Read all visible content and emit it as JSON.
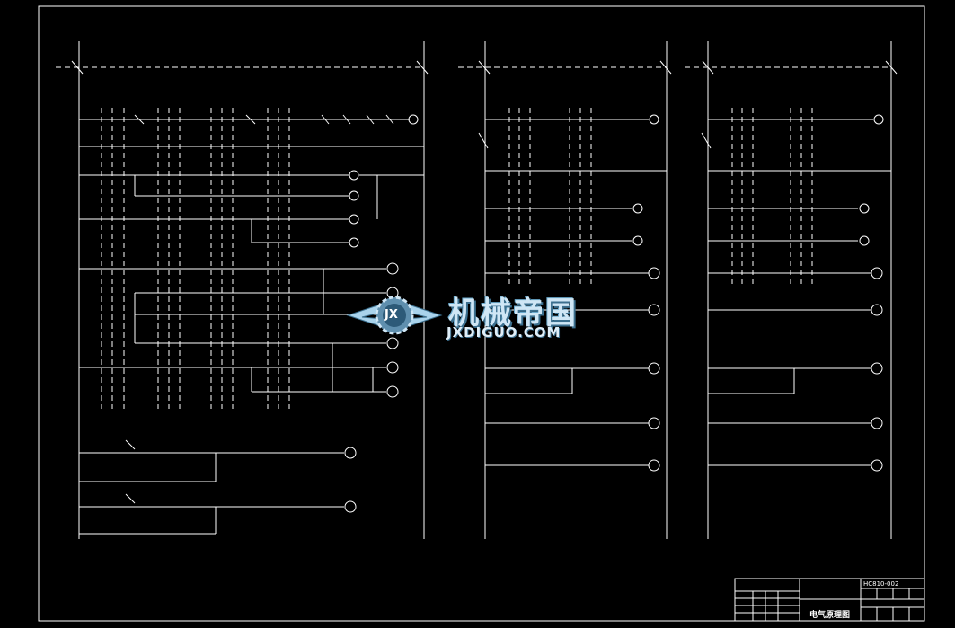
{
  "drawing": {
    "title_block": {
      "drawing_title": "电气原理图",
      "drawing_number": "HC810-002"
    },
    "watermark": {
      "brand_cn": "机械帝国",
      "brand_url": "JXDIGUO.COM",
      "logo_letters": "JX"
    },
    "colors": {
      "background": "#000000",
      "lines": "#ffffff",
      "watermark": "#a9d3ec"
    }
  }
}
